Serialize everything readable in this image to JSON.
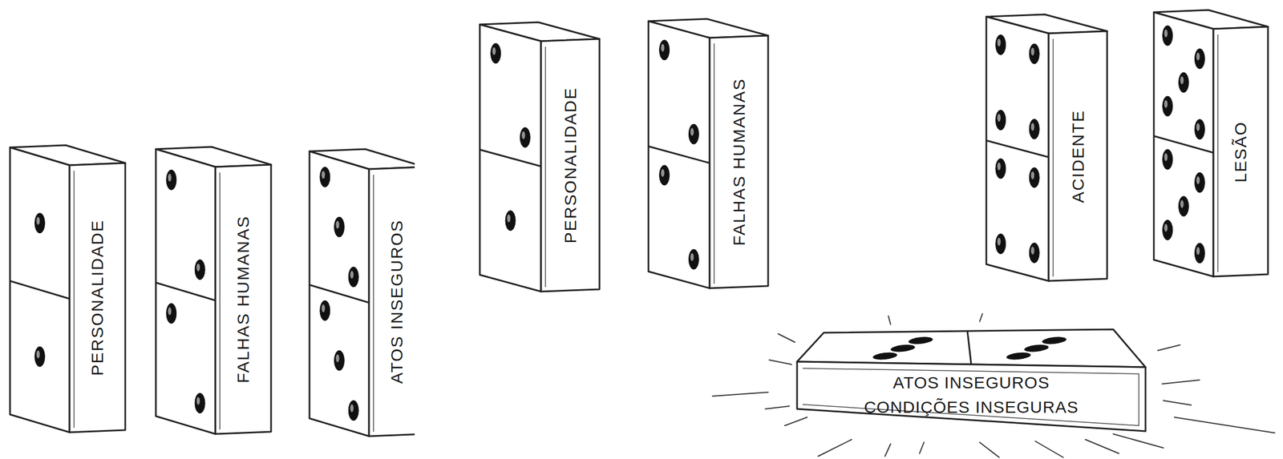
{
  "diagram": {
    "nodes": [
      {
        "text": [
          "PERSONALIDADE"
        ]
      },
      {
        "text": [
          "FALHAS HUMANAS"
        ]
      },
      {
        "text": [
          "ATOS INSEGUROS"
        ]
      },
      {
        "text": [
          "PERSONALIDADE"
        ]
      },
      {
        "text": [
          "FALHAS HUMANAS"
        ]
      },
      {
        "text": [
          "ACIDENTE"
        ]
      },
      {
        "text": [
          "LESÃO"
        ]
      },
      {
        "text": [
          "ATOS INSEGUROS",
          "CONDIÇÕES INSEGURAS"
        ]
      }
    ]
  }
}
